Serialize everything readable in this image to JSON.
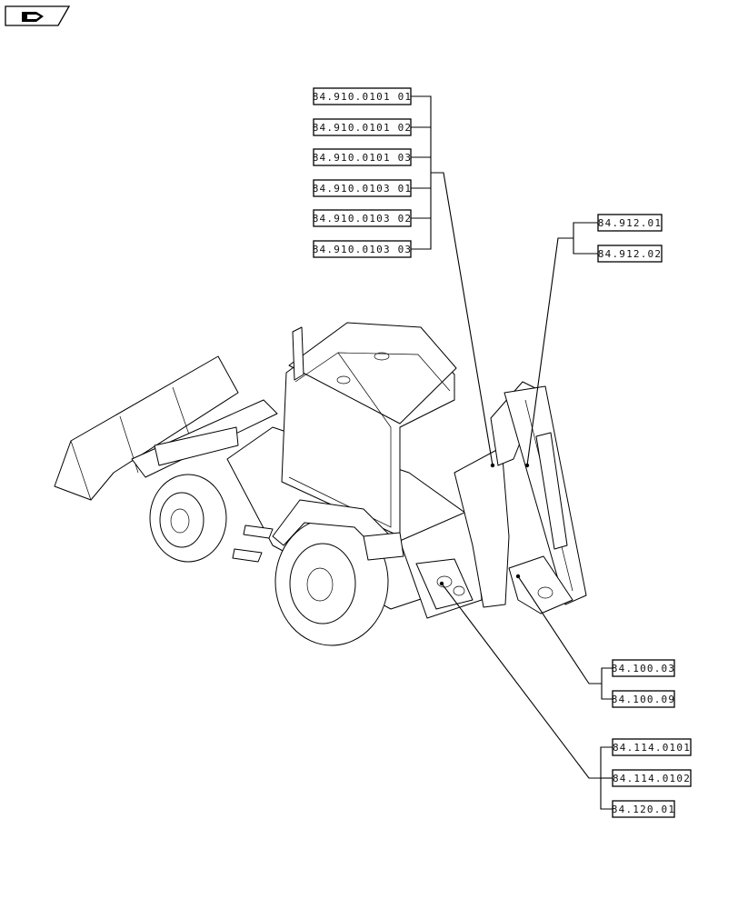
{
  "header": {
    "icon": "arrow-on-page-icon"
  },
  "callouts": {
    "group_a": [
      "84.910.0101 01",
      "84.910.0101 02",
      "84.910.0101 03",
      "84.910.0103 01",
      "84.910.0103 02",
      "84.910.0103 03"
    ],
    "group_b": [
      "84.912.01",
      "84.912.02"
    ],
    "group_c": [
      "84.100.03",
      "84.100.09"
    ],
    "group_d": [
      "84.114.0101",
      "84.114.0102",
      "84.120.01"
    ]
  },
  "colors": {
    "line": "#000000",
    "background": "#ffffff"
  }
}
